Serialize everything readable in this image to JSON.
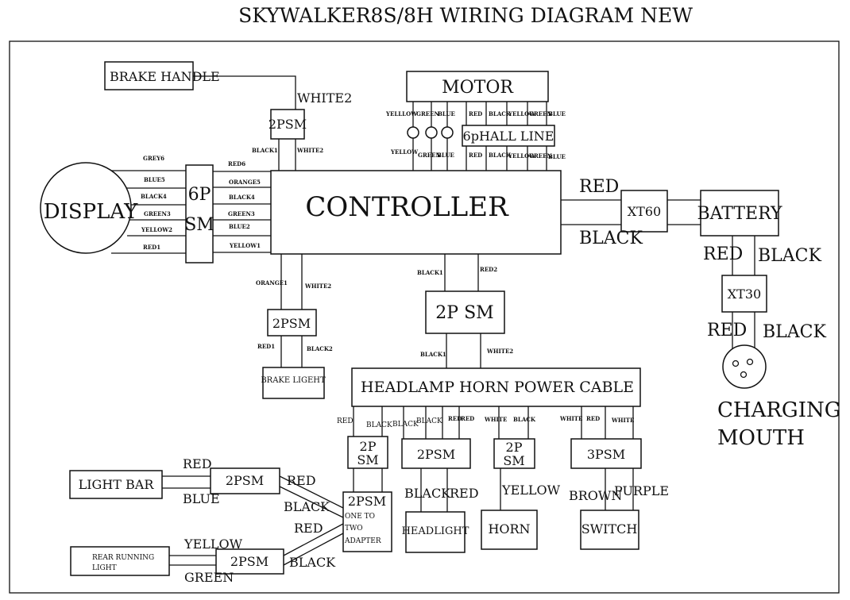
{
  "title": "SKYWALKER8S/8H WIRING DIAGRAM NEW",
  "components": {
    "brake_handle": "BRAKE HANDLE",
    "motor": "MOTOR",
    "hall_line": "6pHALL LINE",
    "controller": "CONTROLLER",
    "display": "DISPLAY",
    "display_connector": [
      "6P",
      "SM"
    ],
    "brake_handle_connector": "2PSM",
    "brake_light_connector": "2PSM",
    "brake_light": "BRAKE LIGEHT",
    "power_connector": "2P SM",
    "headlamp_cable": "HEADLAMP HORN POWER CABLE",
    "conn_a": [
      "2P",
      "SM"
    ],
    "conn_b": "2PSM",
    "conn_c": [
      "2P",
      "SM"
    ],
    "conn_d": "3PSM",
    "adapter": [
      "2PSM",
      "ONE TO",
      "TWO",
      "ADAPTER"
    ],
    "headlight": "HEADLIGHT",
    "horn": "HORN",
    "switch": "SWITCH",
    "light_bar": "LIGHT BAR",
    "light_bar_connector": "2PSM",
    "rear_light": [
      "REAR RUNNING",
      "LIGHT"
    ],
    "rear_light_connector": "2PSM",
    "xt60": "XT60",
    "battery": "BATTERY",
    "xt30": "XT30",
    "charging_mouth": [
      "CHARGING",
      "MOUTH"
    ]
  },
  "wire_labels": {
    "brake_handle_top": "WHITE2",
    "brake_handle_bottom": [
      "BLACK1",
      "WHITE2"
    ],
    "motor_phase_top": [
      "YELLLOW",
      "GREEN",
      "BLUE"
    ],
    "motor_hall_top": [
      "RED",
      "BLACK",
      "YELLOW",
      "GREEN",
      "BLUE"
    ],
    "motor_phase_bottom": [
      "YELLOW",
      "GREEN",
      "BLUE"
    ],
    "motor_hall_bottom": [
      "RED",
      "BLACK",
      "YELLOW",
      "GREEN",
      "BLUE"
    ],
    "display_left": [
      "GREY6",
      "BLUE5",
      "BLACK4",
      "GREEN3",
      "YELLOW2",
      "RED1"
    ],
    "display_right": [
      "RED6",
      "ORANGE5",
      "BLACK4",
      "GREEN3",
      "BLUE2",
      "YELLOW1"
    ],
    "brake_light_top": [
      "ORANGE1",
      "WHITE2"
    ],
    "brake_light_bottom": [
      "RED1",
      "BLACK2"
    ],
    "power_top": [
      "BLACK1",
      "RED2"
    ],
    "power_bottom": [
      "BLACK1",
      "WHITE2"
    ],
    "cable_bottom": [
      "RED",
      "BLACK",
      "BLACK",
      "BLACK",
      "RED",
      "RED",
      "WHITE",
      "BLACK",
      "WHITE",
      "RED",
      "WHITE"
    ],
    "headlight": [
      "BLACK",
      "RED"
    ],
    "horn": "YELLOW",
    "switch": [
      "BROWN",
      "PURPLE"
    ],
    "light_bar": [
      "RED",
      "BLUE"
    ],
    "light_bar_to_adapter": [
      "RED",
      "BLACK"
    ],
    "rear_light": [
      "YELLOW",
      "GREEN"
    ],
    "rear_light_to_adapter": [
      "RED",
      "BLACK"
    ],
    "battery_main": [
      "RED",
      "BLACK"
    ],
    "battery_xt30": [
      "RED",
      "BLACK"
    ],
    "xt30_charging": [
      "RED",
      "BLACK"
    ]
  }
}
